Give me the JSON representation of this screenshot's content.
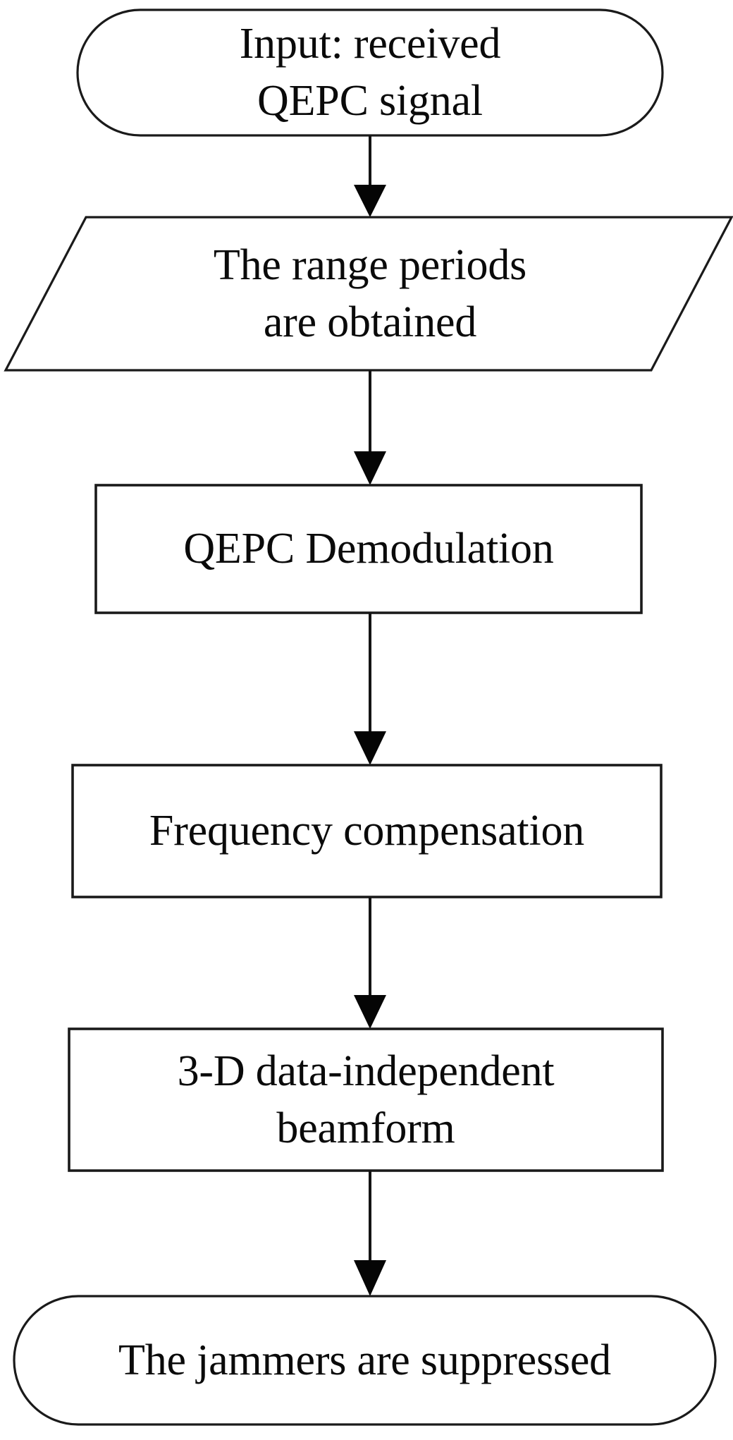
{
  "diagram": {
    "type": "flowchart",
    "orientation": "top-to-bottom",
    "background_color": "#ffffff",
    "stroke_color": "#1a1a1a",
    "text_color": "#0a0a0a",
    "nodes": [
      {
        "id": "input",
        "shape": "stadium",
        "role": "terminator-start",
        "lines": [
          "Input: received",
          "QEPC signal"
        ],
        "text": "Input: received QEPC signal"
      },
      {
        "id": "range-periods",
        "shape": "parallelogram",
        "role": "data",
        "lines": [
          "The range periods",
          "are obtained"
        ],
        "text": "The range periods are obtained"
      },
      {
        "id": "qepc-demodulation",
        "shape": "rectangle",
        "role": "process",
        "lines": [
          "QEPC Demodulation"
        ],
        "text": "QEPC Demodulation"
      },
      {
        "id": "frequency-compensation",
        "shape": "rectangle",
        "role": "process",
        "lines": [
          "Frequency compensation"
        ],
        "text": "Frequency compensation"
      },
      {
        "id": "beamform",
        "shape": "rectangle",
        "role": "process",
        "lines": [
          "3-D data-independent",
          "beamform"
        ],
        "text": "3-D data-independent beamform"
      },
      {
        "id": "jammers-suppressed",
        "shape": "stadium",
        "role": "terminator-end",
        "lines": [
          "The jammers are suppressed"
        ],
        "text": "The jammers are suppressed"
      }
    ],
    "edges": [
      {
        "id": "edge-1",
        "from": "input",
        "to": "range-periods",
        "style": "solid-arrow-down"
      },
      {
        "id": "edge-2",
        "from": "range-periods",
        "to": "qepc-demodulation",
        "style": "solid-arrow-down"
      },
      {
        "id": "edge-3",
        "from": "qepc-demodulation",
        "to": "frequency-compensation",
        "style": "solid-arrow-down"
      },
      {
        "id": "edge-4",
        "from": "frequency-compensation",
        "to": "beamform",
        "style": "solid-arrow-down"
      },
      {
        "id": "edge-5",
        "from": "beamform",
        "to": "jammers-suppressed",
        "style": "solid-arrow-down"
      }
    ]
  }
}
